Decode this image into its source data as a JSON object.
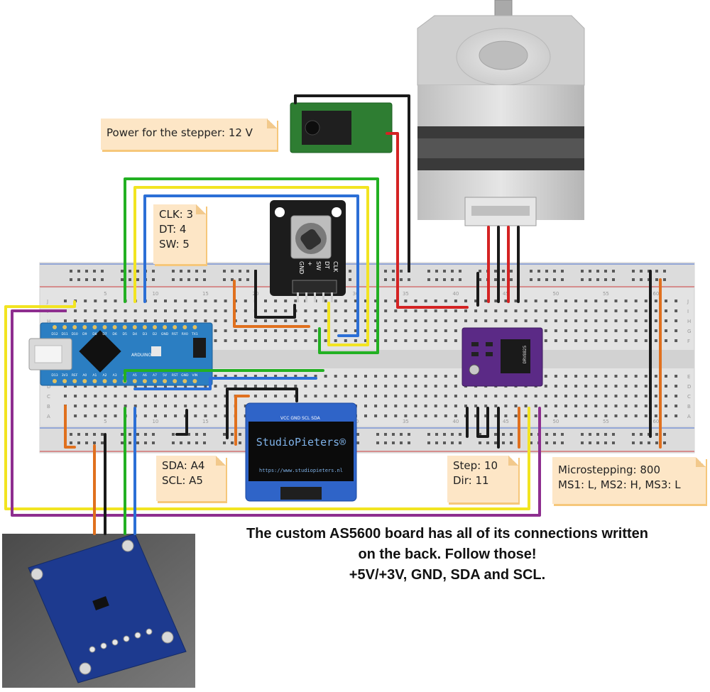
{
  "notes": {
    "power": "Power for the stepper: 12 V",
    "encoder": [
      "CLK: 3",
      "DT: 4",
      "SW: 5"
    ],
    "oled": [
      "SDA: A4",
      "SCL: A5"
    ],
    "driver": [
      "Step: 10",
      "Dir: 11"
    ],
    "microstep": [
      "Microstepping: 800",
      "MS1: L, MS2: H, MS3: L"
    ]
  },
  "caption": [
    "The custom AS5600 board has all of its connections written",
    "on the back. Follow those!",
    "+5V/+3V, GND, SDA and SCL."
  ],
  "oled": {
    "pins": "VCC GND SCL SDA",
    "brand": "StudioPieters®",
    "url": "https://www.studiopieters.nl"
  },
  "encoder": {
    "pins": [
      "CLK",
      "DT",
      "SW",
      "+",
      "GND"
    ]
  },
  "arduino": {
    "title": "ARDUINO",
    "top_pins": [
      "D12",
      "D11",
      "D10",
      "D9",
      "D8",
      "D7",
      "D6",
      "D5",
      "D4",
      "D3",
      "D2",
      "GND",
      "RST",
      "RX0",
      "TX1"
    ],
    "bottom_pins": [
      "D13",
      "3V3",
      "REF",
      "A0",
      "A1",
      "A2",
      "A3",
      "A4",
      "A5",
      "A6",
      "A7",
      "5V",
      "RST",
      "GND",
      "VIN"
    ]
  },
  "driver": {
    "label": "DRV8825"
  },
  "breadboard": {
    "col_numbers": [
      "5",
      "10",
      "15",
      "20",
      "25",
      "30",
      "35",
      "40",
      "45",
      "50",
      "55",
      "60"
    ],
    "row_letters_top": [
      "J",
      "I",
      "H",
      "G",
      "F"
    ],
    "row_letters_bottom": [
      "E",
      "D",
      "C",
      "B",
      "A"
    ]
  },
  "wire_colors": {
    "green": "#22b022",
    "yellow": "#f2e421",
    "blue": "#2c6fd6",
    "purple": "#8e2e8f",
    "orange": "#e0701e",
    "red": "#d42323",
    "black": "#1a1a1a"
  }
}
